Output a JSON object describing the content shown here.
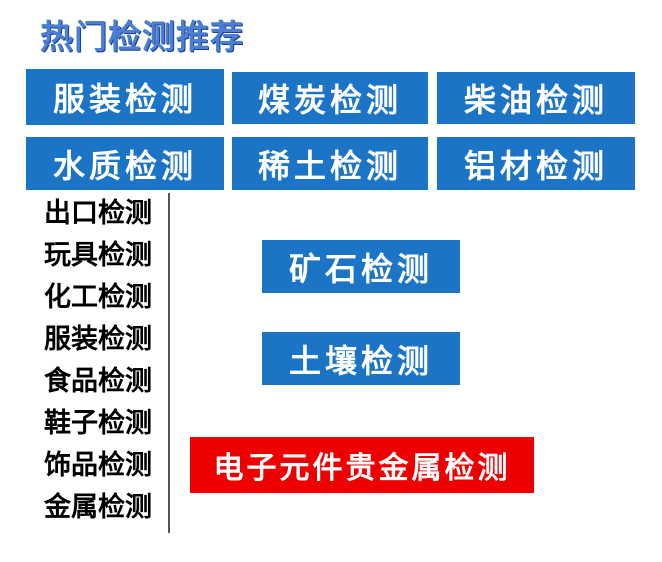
{
  "header": {
    "title": "热门检测推荐"
  },
  "tiles": [
    {
      "label": "服装检测"
    },
    {
      "label": "煤炭检测"
    },
    {
      "label": "柴油检测"
    },
    {
      "label": "水质检测"
    },
    {
      "label": "稀土检测"
    },
    {
      "label": "铝材检测"
    },
    {
      "label": "矿石检测"
    },
    {
      "label": "土壤检测"
    },
    {
      "label": "电子元件贵金属检测"
    }
  ],
  "side_list": {
    "items": [
      "出口检测",
      "玩具检测",
      "化工检测",
      "服装检测",
      "食品检测",
      "鞋子检测",
      "饰品检测",
      "金属检测"
    ]
  },
  "colors": {
    "title": "#4a7fd4",
    "tile_blue": "#1b74c6",
    "tile_red": "#ee0000"
  }
}
